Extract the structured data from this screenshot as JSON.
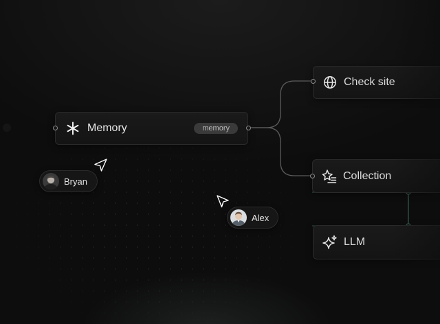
{
  "nodes": {
    "memory": {
      "label": "Memory",
      "badge": "memory",
      "icon": "asterisk-icon"
    },
    "check_site": {
      "label": "Check site",
      "icon": "globe-icon"
    },
    "collection": {
      "label": "Collection",
      "icon": "sparkle-list-icon"
    },
    "llm": {
      "label": "LLM",
      "icon": "sparkles-icon"
    }
  },
  "collaborators": [
    {
      "name": "Bryan",
      "cursor_icon": "pointer-cursor-icon"
    },
    {
      "name": "Alex",
      "cursor_icon": "pointer-cursor-icon"
    }
  ],
  "colors": {
    "background": "#0d0d0d",
    "node_border": "#2a2a2a",
    "wire": "#5a5a5a",
    "active_wire": "#3e6f62",
    "badge_bg": "#3a3a3a"
  }
}
